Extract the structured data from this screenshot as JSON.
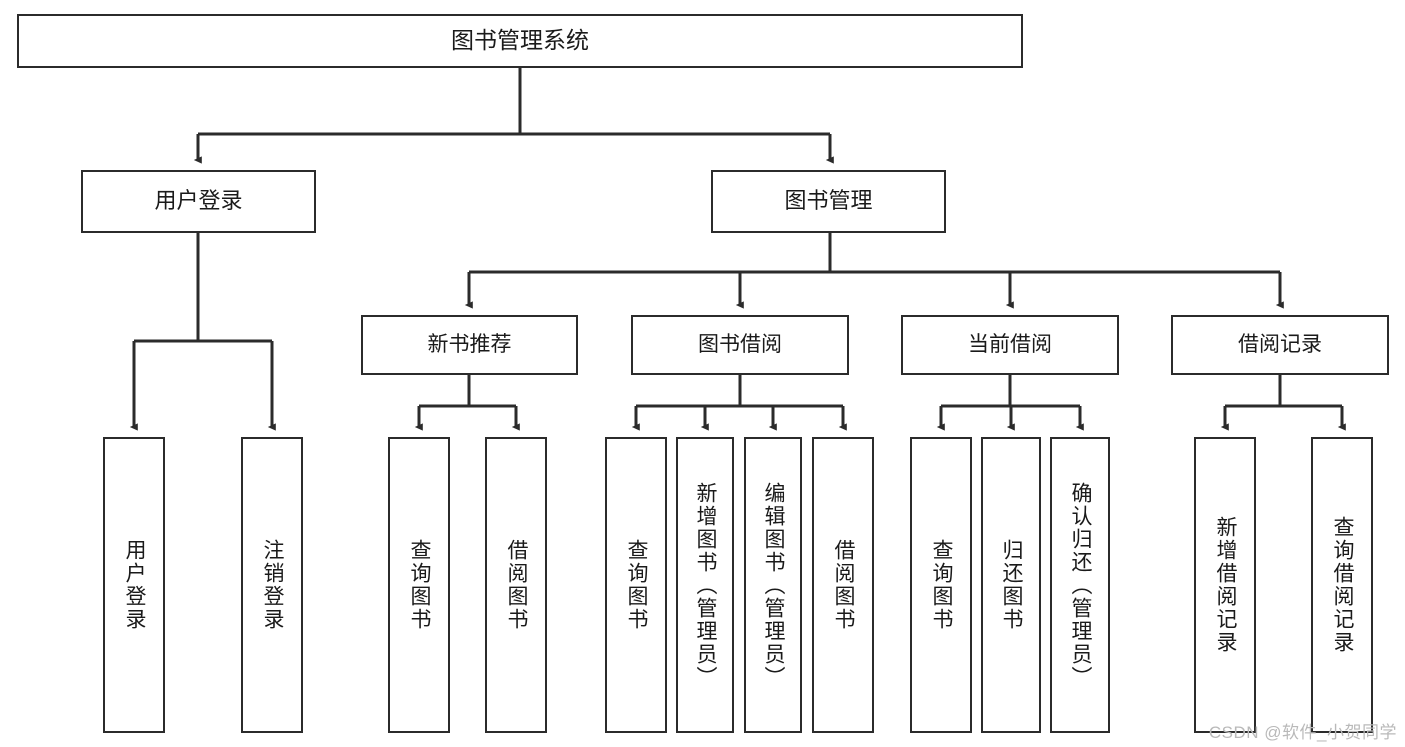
{
  "diagram": {
    "title": "图书管理系统",
    "type": "tree-hierarchy-functional-decomposition",
    "watermark": "CSDN @软件_小贺同学",
    "colors": {
      "box_border": "#2b2b2b",
      "box_fill": "#ffffff",
      "connector": "#2b2b2b",
      "text": "#1a1a1a",
      "watermark": "#b9b9b9",
      "background": "#ffffff"
    },
    "nodes": {
      "root": {
        "label": "图书管理系统"
      },
      "level1": [
        {
          "id": "user-login",
          "label": "用户登录"
        },
        {
          "id": "book-management",
          "label": "图书管理"
        }
      ],
      "level2": [
        {
          "id": "new-book-recommend",
          "label": "新书推荐"
        },
        {
          "id": "book-borrow",
          "label": "图书借阅"
        },
        {
          "id": "current-borrow",
          "label": "当前借阅"
        },
        {
          "id": "borrow-record",
          "label": "借阅记录"
        }
      ],
      "leaves": {
        "user-login": [
          {
            "id": "leaf-user-login",
            "label": "用户登录"
          },
          {
            "id": "leaf-logout",
            "label": "注销登录"
          }
        ],
        "new-book-recommend": [
          {
            "id": "leaf-query-book-1",
            "label": "查询图书"
          },
          {
            "id": "leaf-borrow-book-1",
            "label": "借阅图书"
          }
        ],
        "book-borrow": [
          {
            "id": "leaf-query-book-2",
            "label": "查询图书"
          },
          {
            "id": "leaf-add-book",
            "label": "新增图书（管理员）"
          },
          {
            "id": "leaf-edit-book",
            "label": "编辑图书（管理员）"
          },
          {
            "id": "leaf-borrow-book-2",
            "label": "借阅图书"
          }
        ],
        "current-borrow": [
          {
            "id": "leaf-query-book-3",
            "label": "查询图书"
          },
          {
            "id": "leaf-return-book",
            "label": "归还图书"
          },
          {
            "id": "leaf-confirm-return",
            "label": "确认归还（管理员）"
          }
        ],
        "borrow-record": [
          {
            "id": "leaf-add-record",
            "label": "新增借阅记录"
          },
          {
            "id": "leaf-query-record",
            "label": "查询借阅记录"
          }
        ]
      }
    }
  }
}
